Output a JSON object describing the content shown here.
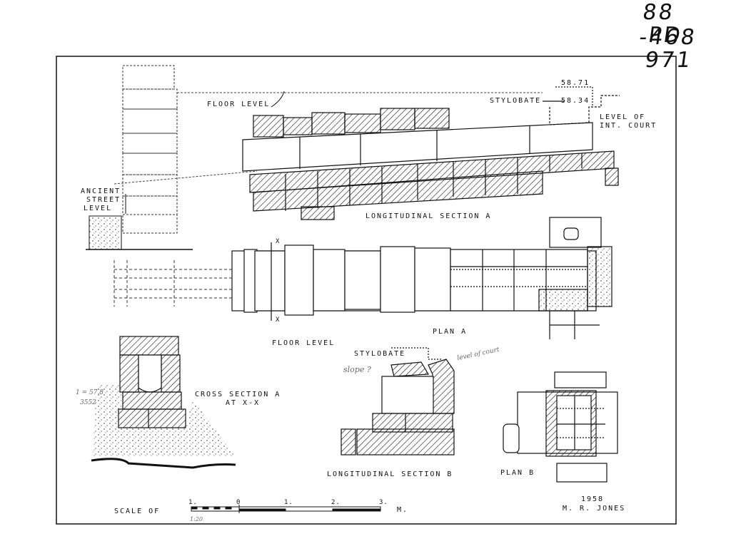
{
  "header": {
    "catalog_line1": "88 -468",
    "catalog_line2": "PD 971"
  },
  "labels": {
    "floor_level_top": "FLOOR LEVEL",
    "stylobate_top": "STYLOBATE",
    "elev_upper": "58.71",
    "elev_lower": "58.34",
    "level_of_court_1": "LEVEL OF",
    "level_of_court_2": "INT. COURT",
    "ancient_street_1": "ANCIENT",
    "ancient_street_2": "STREET",
    "ancient_street_3": "LEVEL",
    "long_section_a": "LONGITUDINAL SECTION A",
    "section_mark": "X",
    "plan_a": "PLAN A",
    "floor_level_b": "FLOOR LEVEL",
    "stylobate_b": "STYLOBATE",
    "cross_section_1": "CROSS SECTION A",
    "cross_section_2": "AT X-X",
    "long_section_b": "LONGITUDINAL SECTION B",
    "plan_b": "PLAN B",
    "year": "1958",
    "author": "M. R. JONES"
  },
  "pencil_notes": {
    "slope": "slope ?",
    "note_left": "1 = 57.8",
    "note_left_2": "3552",
    "note_right": "level of court"
  },
  "scale": {
    "title": "SCALE OF",
    "unit": "M.",
    "ticks": [
      "1.",
      "0",
      "1.",
      "2.",
      "3."
    ],
    "ratio_note": "1:20"
  }
}
